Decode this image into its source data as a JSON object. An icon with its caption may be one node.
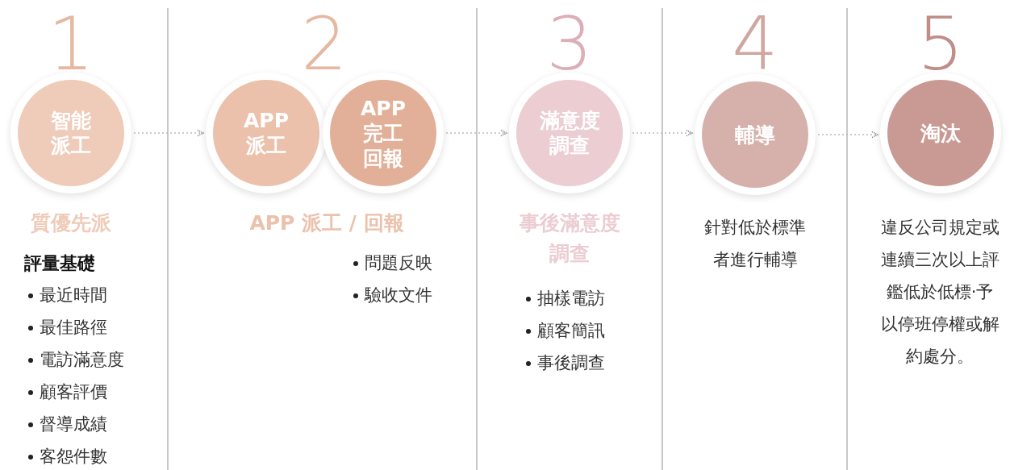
{
  "diagram": {
    "nodes": [
      {
        "text": [
          "智能派工"
        ],
        "beside": [
          "1"
        ]
      },
      {
        "text": [
          "APP派工"
        ],
        "beside": [
          "2"
        ]
      },
      {
        "text": [
          "APP完工回報"
        ]
      },
      {
        "text": [
          "滿意度調查"
        ],
        "beside": [
          "3"
        ]
      },
      {
        "text": [
          "輔導"
        ],
        "beside": [
          "4"
        ]
      },
      {
        "text": [
          "淘汰"
        ],
        "beside": [
          "5"
        ]
      }
    ],
    "edges": [
      {
        "from": 0,
        "to": 1,
        "arrow": "to",
        "style": "dashed"
      },
      {
        "from": 2,
        "to": 3,
        "arrow": "to",
        "style": "dashed"
      },
      {
        "from": 3,
        "to": 4,
        "arrow": "to",
        "style": "dashed"
      },
      {
        "from": 4,
        "to": 5,
        "arrow": "to",
        "style": "dashed"
      }
    ],
    "labels": [
      "質優先派",
      "評量基礎",
      "最近時間",
      "最佳路徑",
      "電訪滿意度",
      "顧客評價",
      "督導成績",
      "客怨件數",
      "APP 派工 / 回報",
      "問題反映",
      "驗收文件",
      "事後滿意度調查",
      "抽樣電訪",
      "顧客簡訊",
      "事後調查",
      "針對低於標準者進行輔導",
      "違反公司規定或連續三次以上評鑑低於低標‧予以停班停權或解約處分。"
    ]
  }
}
